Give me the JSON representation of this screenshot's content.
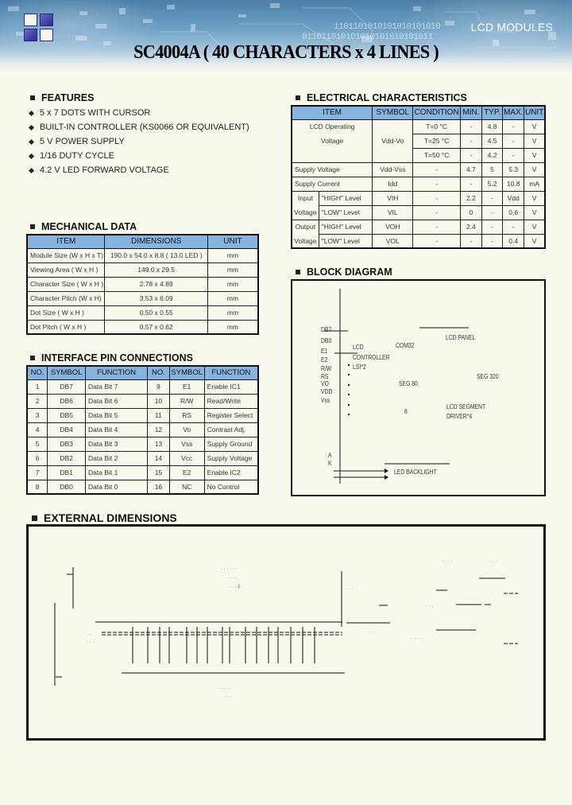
{
  "header": {
    "brand": "LCD MODULES",
    "title": "SC4004A ( 40 CHARACTERS x 4 LINES )",
    "binary_line_1": "1101101010101010101010",
    "binary_line_2": "011011010101010101010101011"
  },
  "features": {
    "heading": "FEATURES",
    "items": [
      "5 x 7 DOTS WITH CURSOR",
      "BUILT-IN CONTROLLER (KS0066 OR EQUIVALENT)",
      "5 V POWER SUPPLY",
      "1/16 DUTY CYCLE",
      "4.2 V LED FORWARD VOLTAGE"
    ]
  },
  "mechanical": {
    "heading": "MECHANICAL DATA",
    "columns": [
      "ITEM",
      "DIMENSIONS",
      "UNIT"
    ],
    "rows": [
      [
        "Module Size (W x H x T)",
        "190.0 x 54.0 x 8.8 ( 13.0 LED )",
        "mm"
      ],
      [
        "Viewing Area ( W x H )",
        "149.0 x 29.5",
        "mm"
      ],
      [
        "Character Size ( W x H )",
        "2.78 x 4.89",
        "mm"
      ],
      [
        "Character Pitch (W x H)",
        "3.53 x 6.09",
        "mm"
      ],
      [
        "Dot Size ( W x H )",
        "0.50 x 0.55",
        "mm"
      ],
      [
        "Dot Pitch ( W x H )",
        "0.57 x 0.62",
        "mm"
      ]
    ]
  },
  "pins": {
    "heading": "INTERFACE PIN CONNECTIONS",
    "columns": [
      "NO.",
      "SYMBOL",
      "FUNCTION",
      "NO.",
      "SYMBOL",
      "FUNCTION"
    ],
    "rows": [
      [
        "1",
        "DB7",
        "Data  Bit 7",
        "9",
        "E1",
        "Enable IC1"
      ],
      [
        "2",
        "DB6",
        "Data  Bit 6",
        "10",
        "R/W",
        "Read/Write"
      ],
      [
        "3",
        "DB5",
        "Data  Bit 5",
        "11",
        "RS",
        "Register Select"
      ],
      [
        "4",
        "DB4",
        "Data  Bit 4",
        "12",
        "Vo",
        "Contrast Adj."
      ],
      [
        "5",
        "DB3",
        "Data  Bit 3",
        "13",
        "Vss",
        "Supply Ground"
      ],
      [
        "6",
        "DB2",
        "Data  Bit 2",
        "14",
        "Vcc",
        "Supply Voltage"
      ],
      [
        "7",
        "DB1",
        "Data  Bit 1",
        "15",
        "E2",
        "Enable IC2"
      ],
      [
        "8",
        "DB0",
        "Data  Bit 0",
        "16",
        "NC",
        "No Control"
      ]
    ]
  },
  "electrical": {
    "heading": "ELECTRICAL CHARACTERISTICS",
    "columns": [
      "ITEM",
      "SYMBOL",
      "CONDITION",
      "MIN.",
      "TYP.",
      "MAX.",
      "UNIT"
    ],
    "lcd_op": {
      "item_1": "LCD Operating",
      "item_2": "Voltage",
      "symbol": "Vdd-Vo",
      "rows": [
        {
          "condition": "T=0 °C",
          "min": "-",
          "typ": "4.8",
          "max": "-",
          "unit": "V"
        },
        {
          "condition": "T=25 °C",
          "min": "-",
          "typ": "4.5",
          "max": "-",
          "unit": "V"
        },
        {
          "condition": "T=50 °C",
          "min": "-",
          "typ": "4.2",
          "max": "-",
          "unit": "V"
        }
      ]
    },
    "supply_voltage": {
      "item": "Supply Voltage",
      "symbol": "Vdd-Vss",
      "condition": "-",
      "min": "4.7",
      "typ": "5",
      "max": "5.3",
      "unit": "V"
    },
    "supply_current": {
      "item": "Supply Current",
      "symbol": "Idd",
      "condition": "-",
      "min": "-",
      "typ": "5.2",
      "max": "10.8",
      "unit": "mA"
    },
    "input": {
      "item_1": "Input",
      "item_2": "Voltage",
      "high": {
        "level": "\"HIGH\" Level",
        "symbol": "VIH",
        "condition": "-",
        "min": "2.2",
        "typ": "-",
        "max": "Vdd",
        "unit": "V"
      },
      "low": {
        "level": "\"LOW\" Level",
        "symbol": "VIL",
        "condition": "-",
        "min": "0",
        "typ": "-",
        "max": "0.6",
        "unit": "V"
      }
    },
    "output": {
      "item_1": "Output",
      "item_2": "Voltage",
      "high": {
        "level": "\"HIGH\" Level",
        "symbol": "VOH",
        "condition": "-",
        "min": "2.4",
        "typ": "-",
        "max": "-",
        "unit": "V"
      },
      "low": {
        "level": "\"LOW\" Level",
        "symbol": "VOL",
        "condition": "-",
        "min": "-",
        "typ": "-",
        "max": "0.4",
        "unit": "V"
      }
    }
  },
  "block_diagram": {
    "heading": "BLOCK DIAGRAM",
    "pins_left": [
      "DB7",
      "DB0",
      "E1",
      "E2",
      "R/W",
      "RS",
      "VO",
      "VDD",
      "Vss"
    ],
    "controller_1": "LCD",
    "controller_2": "CONTROLLER",
    "controller_3": "LSI*2",
    "com": "COM32",
    "panel": "LCD PANEL",
    "seg80": "SEG 80",
    "seg320": "SEG 320",
    "bus": "8",
    "driver_1": "LCD SEGMENT",
    "driver_2": "DRIVER*4",
    "backlight_pins": [
      "A",
      "K"
    ],
    "backlight": "LED BACKLIGHT"
  },
  "external": {
    "heading": "EXTERNAL DIMENSIONS"
  }
}
